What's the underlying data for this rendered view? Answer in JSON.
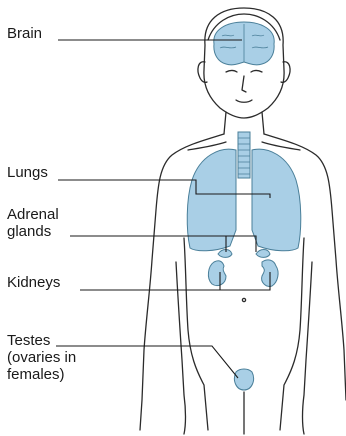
{
  "labels": {
    "brain": "Brain",
    "lungs": "Lungs",
    "adrenal_glands": "Adrenal\nglands",
    "kidneys": "Kidneys",
    "testes": "Testes\n(ovaries in\nfemales)"
  },
  "colors": {
    "organ_fill": "#a9cfe6",
    "organ_stroke": "#4a7f99",
    "outline": "#2b2b2b",
    "leader_line": "#1a1a1a"
  }
}
